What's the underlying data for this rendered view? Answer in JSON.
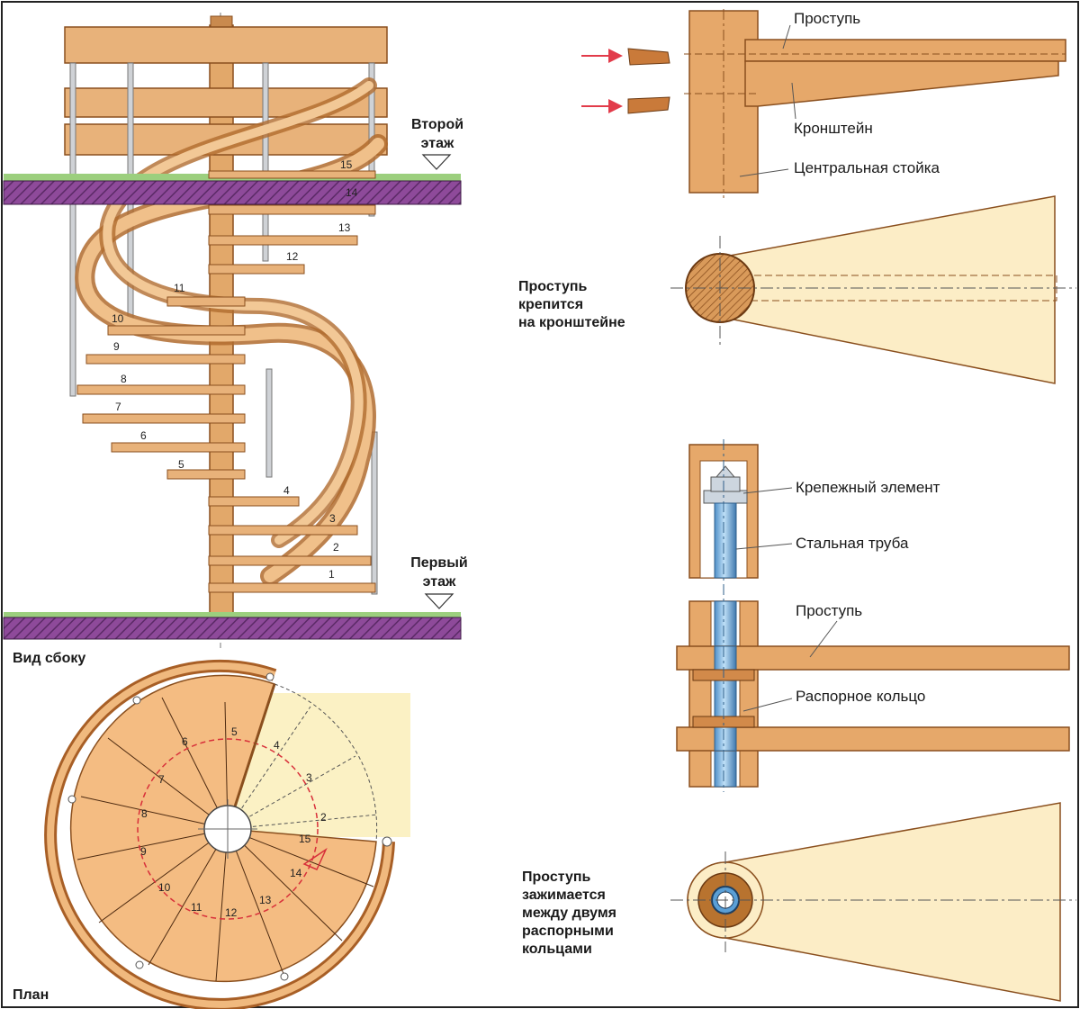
{
  "side_view": {
    "caption": "Вид сбоку",
    "second_floor": [
      "Второй",
      "этаж"
    ],
    "first_floor": [
      "Первый",
      "этаж"
    ],
    "steps": [
      "1",
      "2",
      "3",
      "4",
      "5",
      "6",
      "7",
      "8",
      "9",
      "10",
      "11",
      "12",
      "13",
      "14",
      "15"
    ]
  },
  "plan_view": {
    "caption": "План",
    "steps": [
      "2",
      "3",
      "4",
      "5",
      "6",
      "7",
      "8",
      "9",
      "10",
      "11",
      "12",
      "13",
      "14",
      "15"
    ]
  },
  "detail_bracket": {
    "tread": "Проступь",
    "bracket": "Кронштейн",
    "center_post": "Центральная стойка"
  },
  "detail_bracket_plan": {
    "caption": [
      "Проступь",
      "крепится",
      "на кронштейне"
    ]
  },
  "detail_pipe": {
    "fastener": "Крепежный элемент",
    "steel_pipe": "Стальная труба",
    "tread": "Проступь",
    "spacer_ring": "Распорное кольцо"
  },
  "detail_pipe_plan": {
    "caption": [
      "Проступь",
      "зажимается",
      "между двумя",
      "распорными",
      "кольцами"
    ]
  }
}
